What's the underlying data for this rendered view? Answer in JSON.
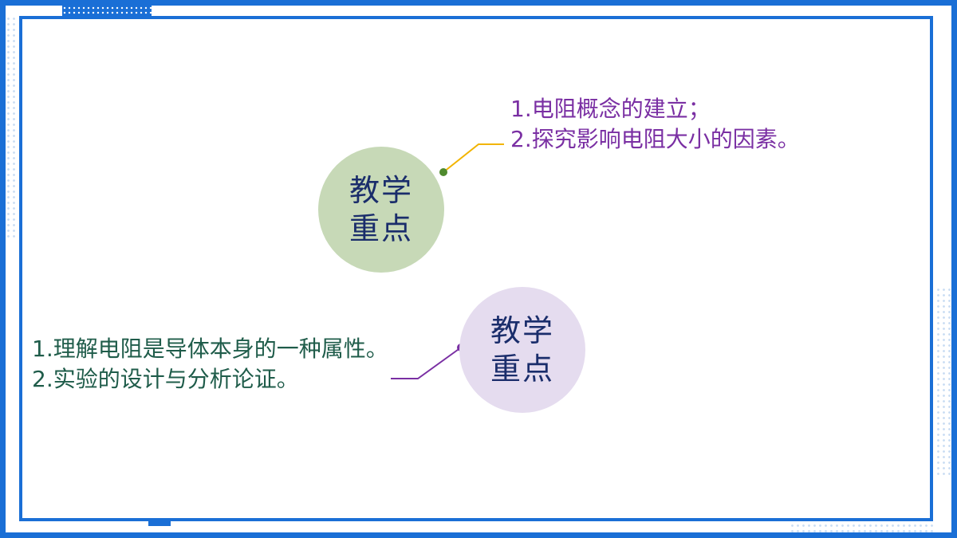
{
  "colors": {
    "frame": "#1a6fd6",
    "circle_green": "#c7d9b7",
    "circle_purple": "#e5dcef",
    "circle_text": "#1a2d6b",
    "upper_text": "#7a2fa3",
    "lower_text": "#1f5c4a",
    "upper_connector": "#f2b400",
    "upper_dot": "#4f8a2e",
    "lower_connector": "#7a2fa3"
  },
  "upper": {
    "circle": {
      "line1": "教学",
      "line2": "重点"
    },
    "items": [
      "1.电阻概念的建立；",
      "2.探究影响电阻大小的因素。"
    ]
  },
  "lower": {
    "circle": {
      "line1": "教学",
      "line2": "重点"
    },
    "items": [
      "1.理解电阻是导体本身的一种属性。",
      "2.实验的设计与分析论证。"
    ]
  }
}
